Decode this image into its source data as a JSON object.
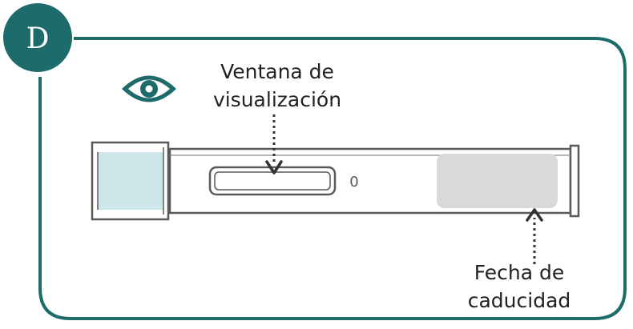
{
  "step_badge": {
    "letter": "D"
  },
  "icons": {
    "eye": "eye-icon"
  },
  "labels": {
    "viewing_window_line1": "Ventana de",
    "viewing_window_line2": "visualización",
    "expiry_line1": "Fecha de",
    "expiry_line2": "caducidad"
  },
  "pen": {
    "window_marking": "0"
  },
  "colors": {
    "frame": "#1e6b6b",
    "badge_fill": "#1e6b6b",
    "badge_text": "#ffffff",
    "cap_tint": "#cde7eb",
    "label_area": "#d9d9d9",
    "outline": "#5a5a5a",
    "text": "#222222"
  }
}
